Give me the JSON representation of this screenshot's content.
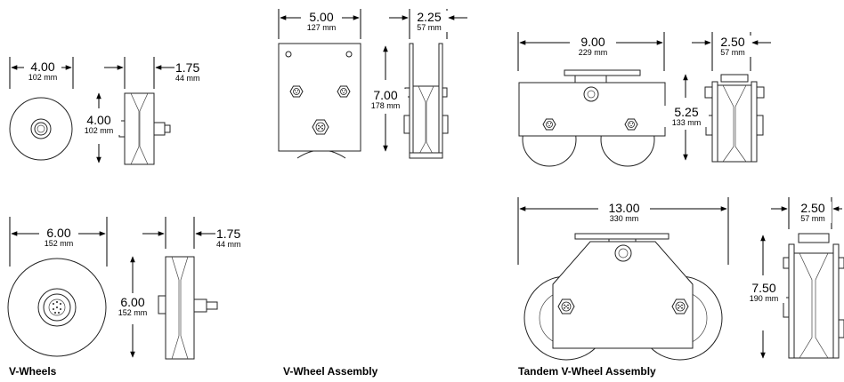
{
  "captions": {
    "v_wheels": "V-Wheels",
    "v_wheel_assembly": "V-Wheel Assembly",
    "tandem_assembly": "Tandem V-Wheel Assembly"
  },
  "dims": {
    "w4_width": {
      "in": "4.00",
      "mm": "102 mm"
    },
    "w4_thick": {
      "in": "1.75",
      "mm": "44 mm"
    },
    "w4_height": {
      "in": "4.00",
      "mm": "102 mm"
    },
    "w6_width": {
      "in": "6.00",
      "mm": "152 mm"
    },
    "w6_thick": {
      "in": "1.75",
      "mm": "44 mm"
    },
    "w6_height": {
      "in": "6.00",
      "mm": "152 mm"
    },
    "asm_width": {
      "in": "5.00",
      "mm": "127 mm"
    },
    "asm_thick": {
      "in": "2.25",
      "mm": "57 mm"
    },
    "asm_height": {
      "in": "7.00",
      "mm": "178 mm"
    },
    "t9_width": {
      "in": "9.00",
      "mm": "229 mm"
    },
    "t9_thick": {
      "in": "2.50",
      "mm": "57 mm"
    },
    "t9_height": {
      "in": "5.25",
      "mm": "133 mm"
    },
    "t13_width": {
      "in": "13.00",
      "mm": "330 mm"
    },
    "t13_thick": {
      "in": "2.50",
      "mm": "57 mm"
    },
    "t13_height": {
      "in": "7.50",
      "mm": "190 mm"
    }
  }
}
